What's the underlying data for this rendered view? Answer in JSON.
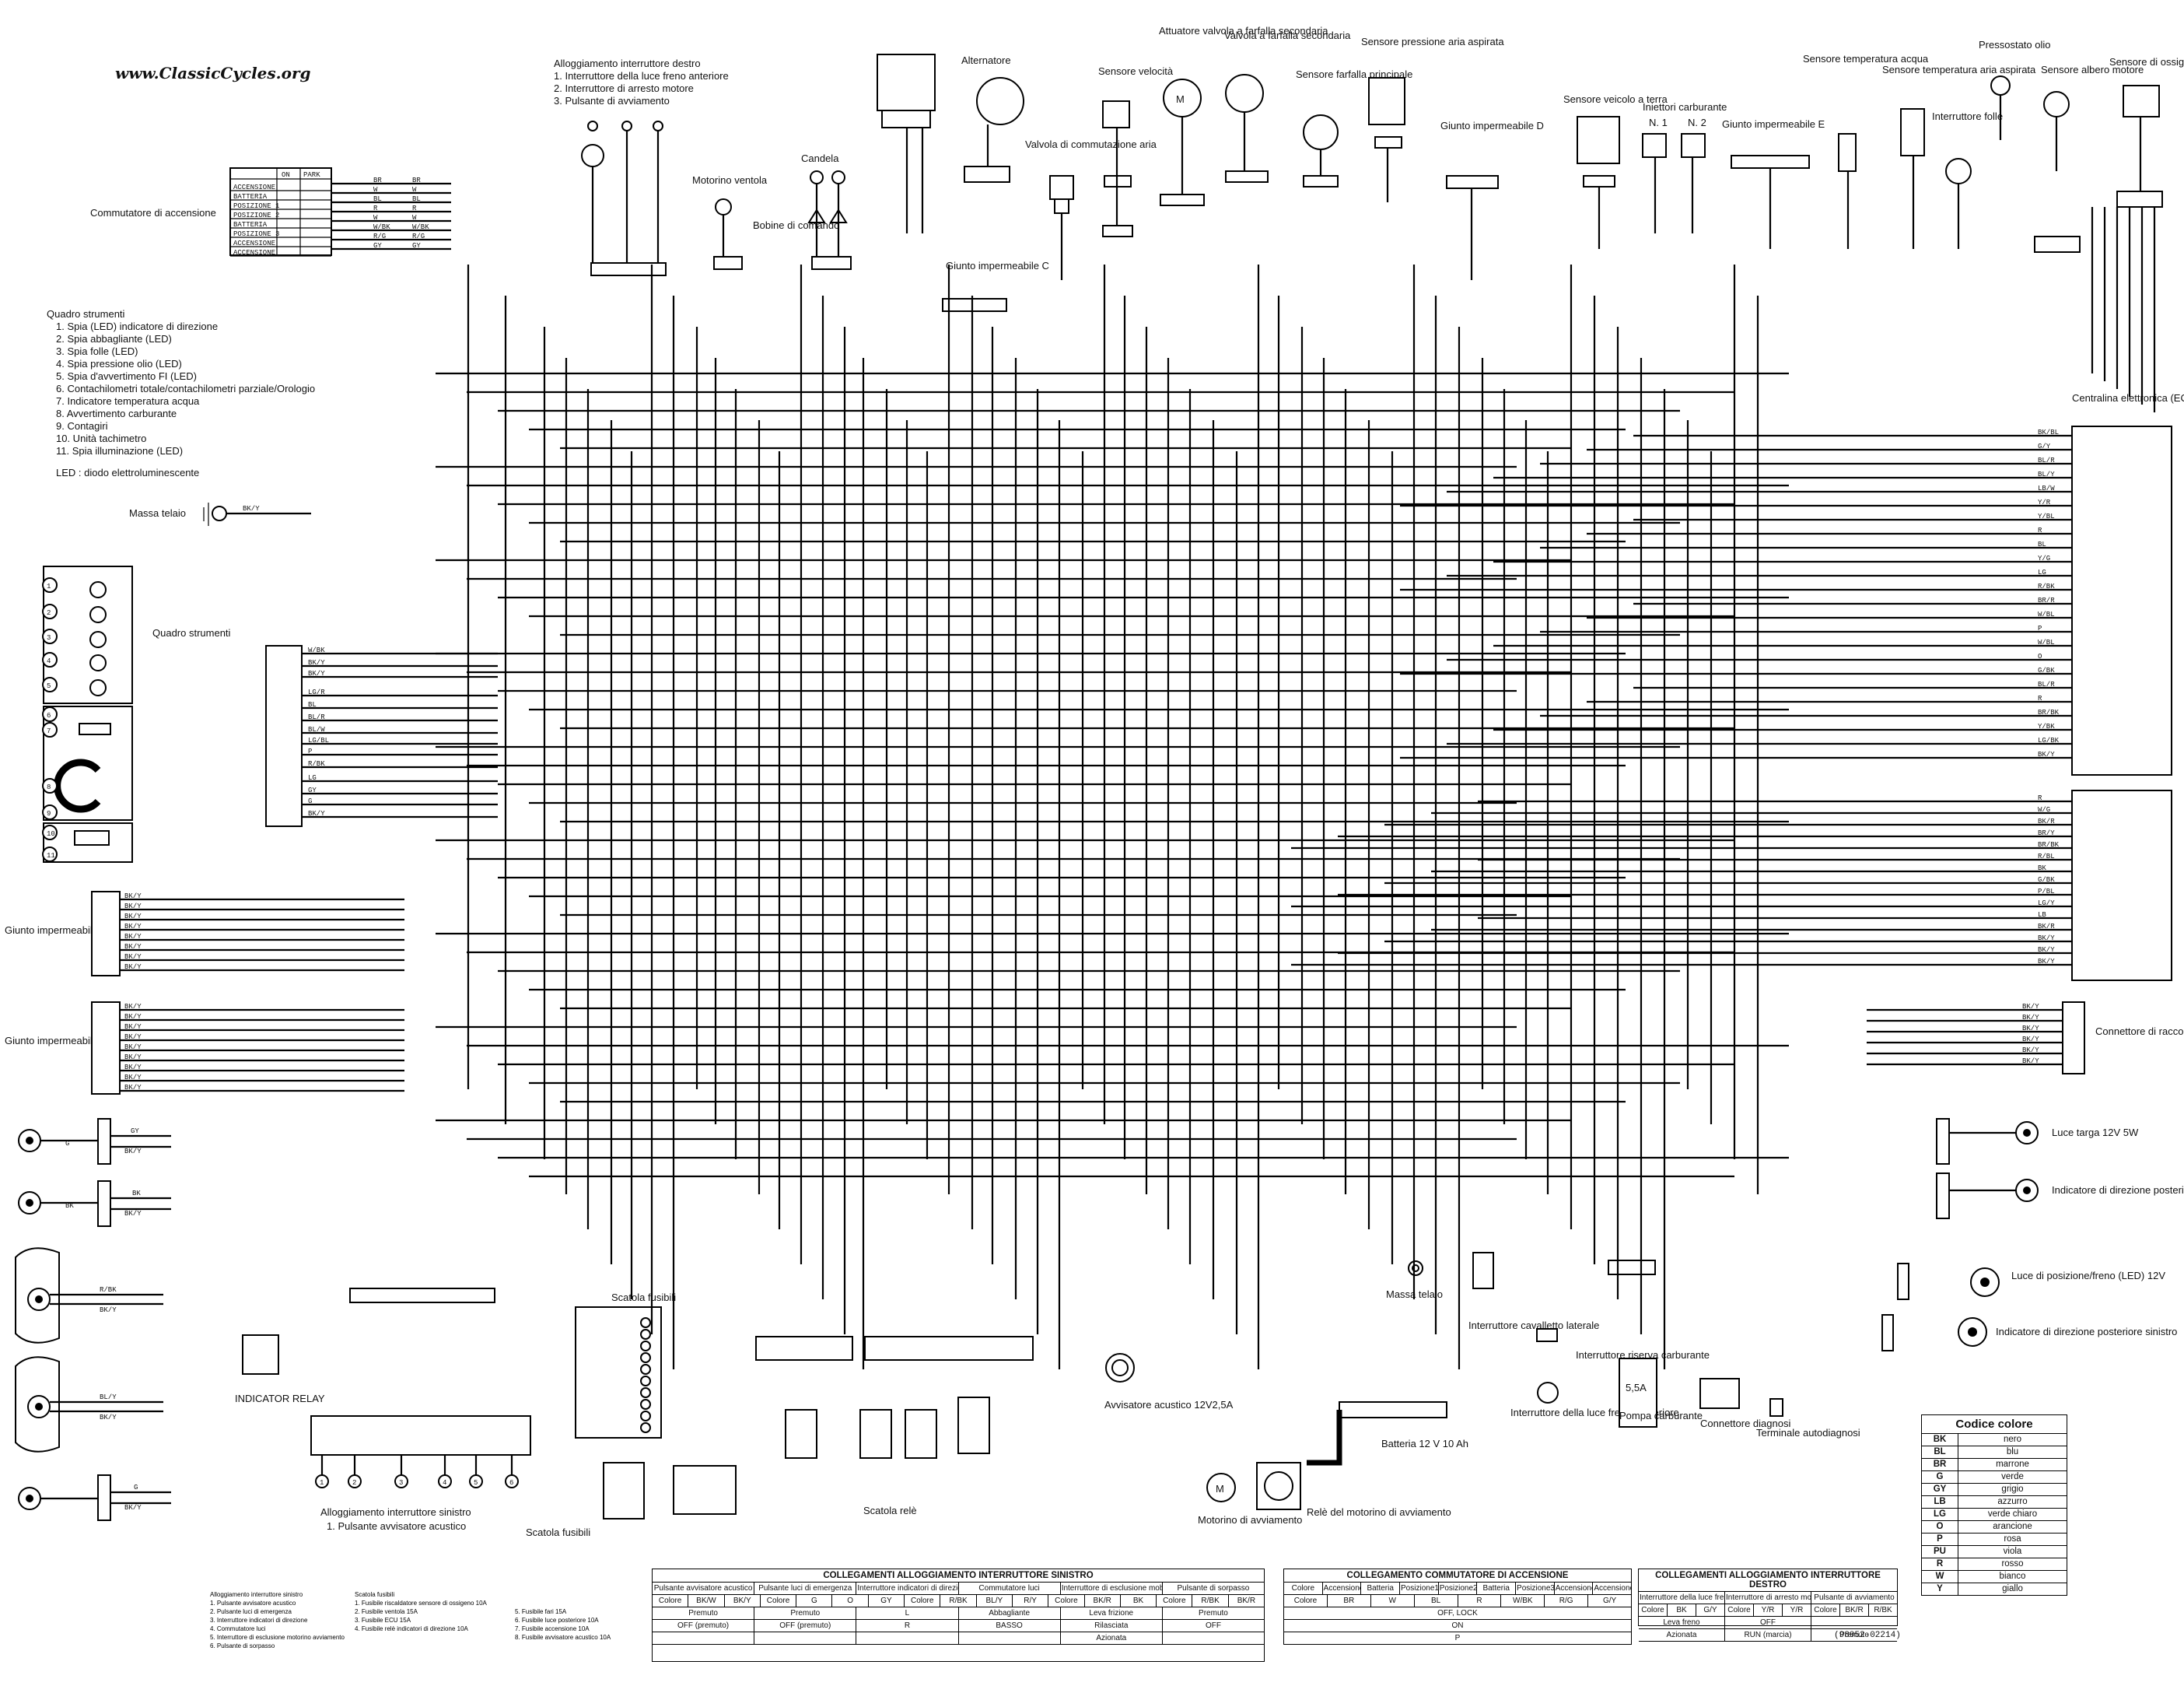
{
  "site": "www.ClassicCycles.org",
  "left_notes": {
    "right_housing_title": "Alloggiamento interruttore destro",
    "right_housing_items": [
      "1. Interruttore della luce freno anteriore",
      "2. Interruttore di arresto motore",
      "3. Pulsante di avviamento"
    ],
    "dashboard_title": "Quadro strumenti",
    "dashboard_items": [
      "1. Spia (LED) indicatore di direzione",
      "2. Spia abbagliante (LED)",
      "3. Spia folle (LED)",
      "4. Spia pressione olio (LED)",
      "5. Spia d'avvertimento FI (LED)",
      "6. Contachilometri totale/contachilometri parziale/Orologio",
      "7. Indicatore temperatura acqua",
      "8. Avvertimento carburante",
      "9. Contagiri",
      "10. Unità tachimetro",
      "11. Spia illuminazione (LED)"
    ],
    "led_note": "LED : diodo elettroluminescente",
    "left_housing_title": "Alloggiamento interruttore sinistro",
    "left_housing_items": [
      "1. Pulsante avvisatore acustico"
    ]
  },
  "components": {
    "ignition_switch": "Commutatore di accensione",
    "frame_ground": "Massa telaio",
    "dashboard": "Quadro strumenti",
    "fan_motor": "Motorino ventola",
    "spark_plug": "Candela",
    "ignition_coils": "Bobine di comando",
    "alternator": "Alternatore",
    "air_valve": "Valvola di commutazione aria",
    "joint_c": "Giunto impermeabile C",
    "speed_sensor": "Sensore velocità",
    "sec_throttle_actuator": "Attuatore valvola a farfalla secondaria",
    "sec_throttle_valve": "Valvola a farfalla secondaria",
    "throttle_sensor": "Sensore farfalla principale",
    "intake_pressure_sensor": "Sensore pressione aria aspirata",
    "joint_d": "Giunto impermeabile D",
    "vehicle_down_sensor": "Sensore veicolo a terra",
    "injectors": "Iniettori carburante",
    "inj1": "N. 1",
    "inj2": "N. 2",
    "joint_e": "Giunto impermeabile E",
    "water_temp_sensor": "Sensore temperatura acqua",
    "intake_temp_sensor": "Sensore temperatura aria aspirata",
    "neutral_switch": "Interruttore folle",
    "oil_pressure_switch": "Pressostato olio",
    "crank_sensor": "Sensore albero motore",
    "oxygen_sensor": "Sensore di ossigeno",
    "ecu": "Centralina elettronica (ECU)",
    "joint_a": "Giunto impermeabile A",
    "joint_b": "Giunto impermeabile B",
    "indicator_relay": "INDICATOR RELAY",
    "fuse_box_1": "Scatola fusibili",
    "fuse_box_2": "Scatola fusibili",
    "relay_box": "Scatola relè",
    "horn": "Avvisatore acustico 12V2,5A",
    "starter_motor": "Motorino di avviamento",
    "starter_relay": "Relè del motorino di avviamento",
    "battery": "Batteria 12 V 10 Ah",
    "sidestand_switch": "Interruttore cavalletto laterale",
    "rear_brake_switch": "Interruttore della luce freno posteriore",
    "fuel_reserve_switch": "Interruttore riserva carburante",
    "fuel_pump": "Pompa carburante",
    "fuel_pump_fuse": "5,5A",
    "diag_connector": "Connettore diagnosi",
    "self_diag_terminal": "Terminale autodiagnosi",
    "connector_joint": "Connettore di raccordo",
    "license_light": "Luce targa 12V 5W",
    "rear_turn_right": "Indicatore di direzione posteriore",
    "tail_light": "Luce di posizione/freno (LED) 12V",
    "rear_turn_left": "Indicatore di direzione posteriore sinistro",
    "ground_bottom": "Massa telaio"
  },
  "ignition_rows": [
    "ACCENSIONE",
    "BATTERIA",
    "POSIZIONE 1",
    "POSIZIONE 2",
    "BATTERIA",
    "POSIZIONE 3",
    "ACCENSIONE",
    "ACCENSIONE"
  ],
  "ignition_cols": [
    "ON",
    "PARK"
  ],
  "wire_codes": {
    "ignition": [
      "BR",
      "W",
      "BL",
      "R",
      "W",
      "W/BK",
      "R/G",
      "GY"
    ],
    "ground": "BK/Y",
    "dash": [
      "W/BK",
      "BK/Y",
      "BK/Y",
      "LG/R",
      "BL",
      "BL/R",
      "BL/W",
      "LG/BL",
      "P",
      "R/BK",
      "LG",
      "GY",
      "G",
      "BK/Y"
    ],
    "joint_a": [
      "BK/Y",
      "BK/Y",
      "BK/Y",
      "BK/Y",
      "BK/Y",
      "BK/Y",
      "BK/Y",
      "BK/Y"
    ],
    "joint_b": [
      "BK/Y",
      "BK/Y",
      "BK/Y",
      "BK/Y",
      "BK/Y",
      "BK/Y",
      "BK/Y",
      "BK/Y",
      "BK/Y"
    ],
    "ecu_upper": [
      "BK/BL",
      "G/Y",
      "BL/R",
      "BL/Y",
      "LB/W",
      "Y/R",
      "Y/BL",
      "R",
      "BL",
      "Y/G",
      "LG",
      "R/BK",
      "BR/R",
      "W/BL",
      "P",
      "W/BL",
      "O",
      "G/BK",
      "BL/R",
      "R",
      "BR/BK",
      "Y/BK",
      "LG/BK",
      "BK/Y"
    ],
    "ecu_lower": [
      "R",
      "W/G",
      "BK/R",
      "BR/Y",
      "BR/BK",
      "R/BL",
      "BK",
      "G/BK",
      "P/BL",
      "LG/Y",
      "LB",
      "BK/R",
      "BK/Y",
      "BK/Y",
      "BK/Y"
    ],
    "connector_joint": [
      "BK/Y",
      "BK/Y",
      "BK/Y",
      "BK/Y",
      "BK/Y",
      "BK/Y"
    ],
    "front_lamp_1": [
      "GY",
      "BK/Y"
    ],
    "front_lamp_2": [
      "BK",
      "BK/Y"
    ],
    "left_lamp_1": [
      "R/BK",
      "BK/Y"
    ],
    "left_lamp_2": [
      "BL/Y",
      "BK/Y"
    ],
    "left_lamp_3": [
      "G",
      "BK/Y"
    ]
  },
  "color_legend": {
    "title": "Codice colore",
    "rows": [
      {
        "code": "BK",
        "name": "nero"
      },
      {
        "code": "BL",
        "name": "blu"
      },
      {
        "code": "BR",
        "name": "marrone"
      },
      {
        "code": "G",
        "name": "verde"
      },
      {
        "code": "GY",
        "name": "grigio"
      },
      {
        "code": "LB",
        "name": "azzurro"
      },
      {
        "code": "LG",
        "name": "verde chiaro"
      },
      {
        "code": "O",
        "name": "arancione"
      },
      {
        "code": "P",
        "name": "rosa"
      },
      {
        "code": "PU",
        "name": "viola"
      },
      {
        "code": "R",
        "name": "rosso"
      },
      {
        "code": "W",
        "name": "bianco"
      },
      {
        "code": "Y",
        "name": "giallo"
      }
    ]
  },
  "tables": {
    "left_switch": {
      "title": "COLLEGAMENTI ALLOGGIAMENTO INTERRUTTORE SINISTRO",
      "headers": [
        "Pulsante avvisatore acustico",
        "Pulsante luci di emergenza",
        "Interruttore indicatori di direzione",
        "Commutatore luci",
        "Interruttore di esclusione mobilità/ inclusione",
        "Pulsante di sorpasso"
      ],
      "row1": [
        "Colore",
        "BK/W",
        "BK/Y",
        "Colore",
        "G",
        "O",
        "GY",
        "Colore",
        "R/BK",
        "BL/Y",
        "R/Y",
        "Colore",
        "BK/R",
        "BK",
        "Colore",
        "R/BK",
        "BK/R"
      ],
      "row2": [
        "Premuto",
        "Premuto",
        "L",
        "Abbagliante",
        "Leva frizione",
        "Premuto"
      ],
      "row3": [
        "OFF (premuto)",
        "OFF (premuto)",
        "R",
        "BASSO",
        "Rilasciata",
        "OFF"
      ],
      "row4": [
        "",
        "",
        "",
        "",
        "Azionata",
        ""
      ]
    },
    "ignition": {
      "title": "COLLEGAMENTO COMMUTATORE DI ACCENSIONE",
      "headers": [
        "Colore",
        "Accensione",
        "Batteria",
        "Posizione1",
        "Posizione2",
        "Batteria",
        "Posizione3",
        "Accensione",
        "Accensione"
      ],
      "row1": [
        "Colore",
        "BR",
        "W",
        "BL",
        "R",
        "W/BK",
        "R/G",
        "G/Y"
      ],
      "row2": [
        "OFF, LOCK"
      ],
      "row3": [
        "ON"
      ],
      "row4": [
        "P"
      ]
    },
    "right_switch": {
      "title": "COLLEGAMENTI ALLOGGIAMENTO INTERRUTTORE DESTRO",
      "headers": [
        "Interruttore della luce freno anteriore",
        "Interruttore di arresto motore",
        "Pulsante di avviamento"
      ],
      "row1": [
        "Colore",
        "BK",
        "G/Y",
        "Colore",
        "Y/R",
        "Y/R",
        "Colore",
        "BK/R",
        "R/BK"
      ],
      "row2": [
        "Leva freno",
        "OFF",
        ""
      ],
      "row3": [
        "Azionata",
        "RUN (marcia)",
        "Premuto"
      ]
    },
    "code": "(98052-02214)"
  },
  "bottom_fuse_notes": [
    "Alloggiamento interruttore sinistro",
    "1. Pulsante avvisatore acustico",
    "2. Pulsante luci di emergenza",
    "3. Interruttore indicatori di direzione",
    "4. Commutatore luci",
    "5. Interruttore di esclusione motorino avviamento",
    "6. Pulsante di sorpasso",
    "Scatola fusibili",
    "1. Fusibile riscaldatore sensore di ossigeno 10A",
    "2. Fusibile ventola 15A",
    "3. Fusibile ECU 15A",
    "4. Fusibile relè indicatori di direzione 10A",
    "5. Fusibile fari 15A",
    "6. Fusibile luce posteriore 10A",
    "7. Fusibile accensione 10A",
    "8. Fusibile avvisatore acustico 10A"
  ],
  "icons": [
    "ground-icon",
    "motor-icon",
    "lamp-icon",
    "horn-icon",
    "battery-icon",
    "relay-icon",
    "fuse-icon",
    "connector-icon",
    "sensor-icon"
  ]
}
